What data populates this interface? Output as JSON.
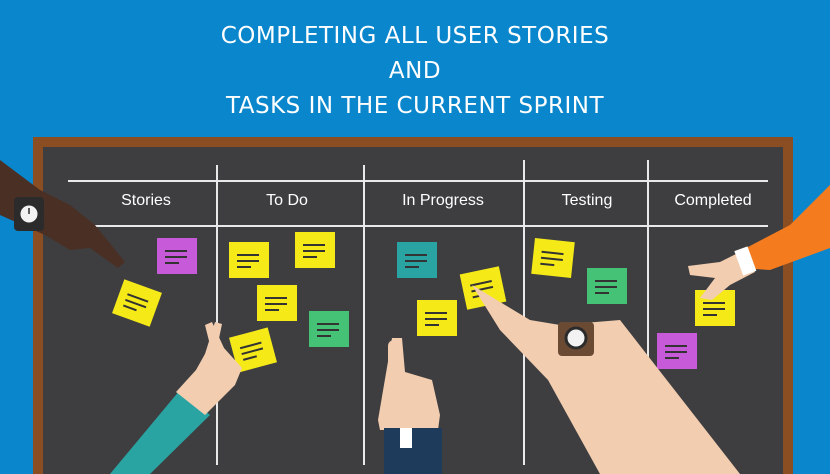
{
  "title": {
    "line1": "COMPLETING ALL USER STORIES",
    "line2": "AND",
    "line3": "TASKS IN THE CURRENT SPRINT"
  },
  "columns": [
    "Stories",
    "To Do",
    "In Progress",
    "Testing",
    "Completed"
  ],
  "colors": {
    "background": "#0a86cc",
    "board": "#3e3e40",
    "frame": "#8a4e22",
    "note_yellow": "#f5ea18",
    "note_purple": "#c65ad8",
    "note_teal": "#2aa3a3",
    "note_green": "#46c277"
  }
}
